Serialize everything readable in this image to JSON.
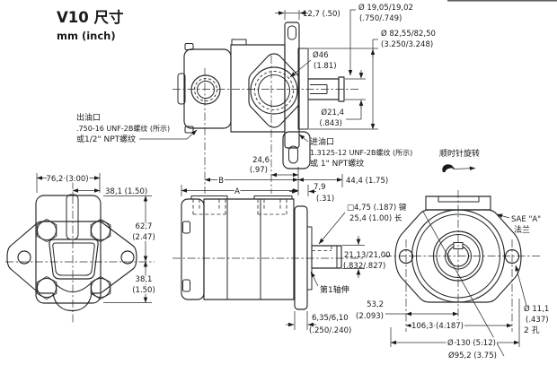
{
  "title": {
    "main": "V10 尺寸",
    "units": "mm (inch)"
  },
  "rotation_note": "顺时针旋转",
  "top_view": {
    "flange_thickness": "12,7 (.50)",
    "shaft_dia1": "Ø 19,05/19,02",
    "shaft_dia2": "(.750/.749)",
    "pilot_dia1": "Ø 82,55/82,50",
    "pilot_dia2": "(3.250/3.248)",
    "boss_dia1": "Ø46",
    "boss_dia2": "(1.81)",
    "collar_dia1": "Ø21,4",
    "collar_dia2": "(.843)",
    "outlet1": "出油口",
    "outlet2": ".750-16 UNF-2B螺纹 (所示)",
    "outlet3": "或1/2\" NPT螺纹",
    "inlet1": "进油口",
    "inlet2": "1.3125-12 UNF-2B螺纹 (所示)",
    "inlet3": "或 1\" NPT螺纹",
    "inlet_to_face1": "24,6",
    "inlet_to_face2": "(.97)",
    "dim_b": "B",
    "dim_a": "A",
    "face_to_shaft_end": "44,4 (1.75)",
    "step1": "7,9",
    "step2": "(.31)"
  },
  "front_view": {
    "body_width": "76,2 (3.00)",
    "half_width": "38,1 (1.50)",
    "top_to_center1": "62,7",
    "top_to_center2": "(2.47)",
    "center_to_bottom1": "38,1",
    "center_to_bottom2": "(1.50)"
  },
  "side_view": {
    "key1": "□4,75 (.187) 键",
    "key2": "25,4 (1.00) 长",
    "shaft_dia1": "21,13/21,00",
    "shaft_dia2": "(.832/.827)",
    "shaft_note": "第1轴伸",
    "tab1": "6,35/6,10",
    "tab2": "(.250/.240)"
  },
  "rear_view": {
    "flange1": "SAE \"A\"",
    "flange2": "法兰",
    "hole1": "Ø 11,1",
    "hole2": "(.437)",
    "hole3": "2 孔",
    "center_to_hole1": "53,2",
    "center_to_hole2": "(2.093)",
    "hole_spacing": "106,3 (4.187)",
    "flange_od": "Ø 130 (5.12)",
    "pilot_circle": "Ø95,2 (3.75)"
  }
}
